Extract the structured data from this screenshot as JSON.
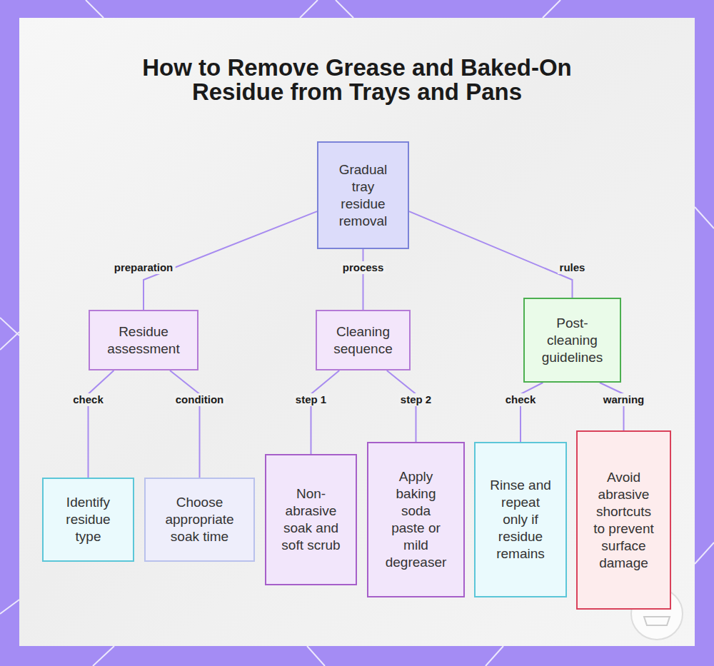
{
  "diagram": {
    "title": "How to Remove Grease and Baked-On Residue from Trays and Pans",
    "nodes": [
      {
        "text": [
          "Gradual tray residue removal"
        ]
      },
      {
        "text": [
          "Residue assessment"
        ]
      },
      {
        "text": [
          "Cleaning sequence"
        ]
      },
      {
        "text": [
          "Post-cleaning guidelines"
        ]
      },
      {
        "text": [
          "Identify residue type"
        ]
      },
      {
        "text": [
          "Choose appropriate soak time"
        ]
      },
      {
        "text": [
          "Non-abrasive soak and soft scrub"
        ]
      },
      {
        "text": [
          "Apply baking soda paste or mild degreaser"
        ]
      },
      {
        "text": [
          "Rinse and repeat only if residue remains"
        ]
      },
      {
        "text": [
          "Avoid abrasive shortcuts to prevent surface damage"
        ]
      }
    ],
    "edges": [
      {
        "from": 0,
        "to": 1,
        "label": "preparation",
        "arrow": "none"
      },
      {
        "from": 0,
        "to": 2,
        "label": "process",
        "arrow": "none"
      },
      {
        "from": 0,
        "to": 3,
        "label": "rules",
        "arrow": "none"
      },
      {
        "from": 1,
        "to": 4,
        "label": "check",
        "arrow": "none"
      },
      {
        "from": 1,
        "to": 5,
        "label": "condition",
        "arrow": "none"
      },
      {
        "from": 2,
        "to": 6,
        "label": "step 1",
        "arrow": "none"
      },
      {
        "from": 2,
        "to": 7,
        "label": "step 2",
        "arrow": "none"
      },
      {
        "from": 3,
        "to": 8,
        "label": "check",
        "arrow": "none"
      },
      {
        "from": 3,
        "to": 9,
        "label": "warning",
        "arrow": "none"
      }
    ]
  }
}
